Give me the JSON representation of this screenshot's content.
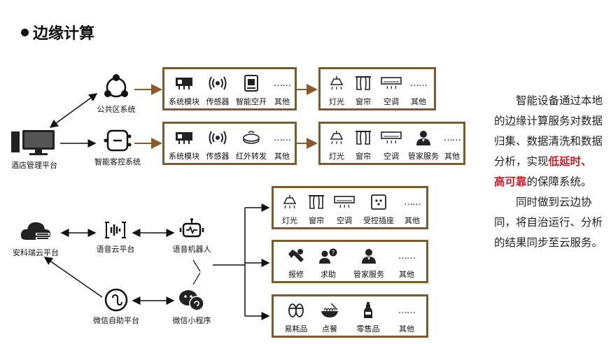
{
  "title": "边缘计算",
  "nodes": {
    "public_area": "公共区系统",
    "hotel_platform": "酒店管理平台",
    "guest_room": "智能客控系统",
    "ankerui": "安科瑞云平台",
    "voice_cloud": "语音云平台",
    "voice_robot": "语音机器人",
    "wechat_platform": "微信自助平台",
    "wechat_mini": "微信小程序"
  },
  "box1": [
    "系统模块",
    "传感器",
    "智能空开",
    "其他"
  ],
  "box2": [
    "灯光",
    "窗帘",
    "空调",
    "其他"
  ],
  "box3": [
    "系统模块",
    "传感器",
    "红外转发",
    "其他"
  ],
  "box4": [
    "灯光",
    "窗帘",
    "空调",
    "管家服务",
    "其他"
  ],
  "box5": [
    "灯光",
    "窗帘",
    "空调",
    "受控插座",
    "其他"
  ],
  "box6": [
    "报修",
    "求助",
    "管家服务",
    "其他"
  ],
  "box7": [
    "易耗品",
    "点餐",
    "零售品",
    "其他"
  ],
  "dots": "……",
  "description": {
    "p1_before": "智能设备通过本地的边缘计算服务对数据归集、数据清洗和数据分析，实现",
    "p1_red": "低延时、高可靠",
    "p1_after": "的保障系统。",
    "p2": "同时做到云边协同，将自治运行、分析的结果同步至云服务。"
  },
  "colors": {
    "box_border": "#7a5a2e",
    "arrow": "#8b5a2b",
    "highlight": "#c8202c"
  }
}
